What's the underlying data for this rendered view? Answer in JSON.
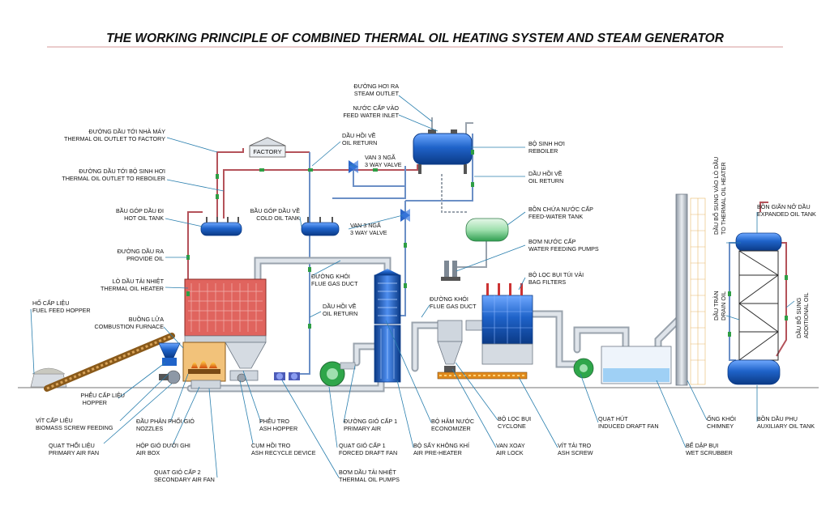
{
  "title": "THE WORKING PRINCIPLE OF COMBINED THERMAL OIL HEATING SYSTEM AND STEAM GENERATOR",
  "factory_label": "FACTORY",
  "labels": {
    "steam_outlet": {
      "vi": "ĐƯỜNG HƠI RA",
      "en": "STEAM OUTLET"
    },
    "feed_water_inlet": {
      "vi": "NƯỚC CẤP VÀO",
      "en": "FEED WATER INLET"
    },
    "reboiler": {
      "vi": "BỘ SINH HƠI",
      "en": "REBOILER"
    },
    "oil_return_right": {
      "vi": "DẦU HỒI VỀ",
      "en": "OIL RETURN"
    },
    "feed_water_tank": {
      "vi": "BỒN CHỨA NƯỚC CẤP",
      "en": "FEED-WATER TANK"
    },
    "water_feeding_pumps": {
      "vi": "BƠM NƯỚC CẤP",
      "en": "WATER FEEDING PUMPS"
    },
    "bag_filters": {
      "vi": "BỘ LỌC BỤI TÚI VẢI",
      "en": "BAG FILTERS"
    },
    "flue_gas_duct_right": {
      "vi": "ĐƯỜNG KHÓI",
      "en": "FLUE GAS DUCT"
    },
    "thermal_oil_outlet_factory": {
      "vi": "ĐƯỜNG DẦU TỚI NHÀ MÁY",
      "en": "THERMAL OIL OUTLET TO FACTORY"
    },
    "oil_return_top": {
      "vi": "DẦU HỒI VỀ",
      "en": "OIL RETURN"
    },
    "three_way_valve_1": {
      "vi": "VAN 3 NGÃ",
      "en": "3 WAY VALVE"
    },
    "thermal_oil_outlet_reboiler": {
      "vi": "ĐƯỜNG DẦU TỚI BỘ SINH HƠI",
      "en": "THERMAL OIL OUTLET TO REBOILER"
    },
    "hot_oil_tank": {
      "vi": "BẦU GÓP DẦU ĐI",
      "en": "HOT OIL TANK"
    },
    "cold_oil_tank": {
      "vi": "BẦU GÓP DẦU VỀ",
      "en": "COLD OIL TANK"
    },
    "three_way_valve_2": {
      "vi": "VAN 3 NGÃ",
      "en": "3 WAY VALVE"
    },
    "provide_oil": {
      "vi": "ĐƯỜNG DẦU RA",
      "en": "PROVIDE OIL"
    },
    "flue_gas_duct_mid": {
      "vi": "ĐƯỜNG KHÓI",
      "en": "FLUE GAS DUCT"
    },
    "thermal_oil_heater": {
      "vi": "LÒ DẦU TẢI NHIỆT",
      "en": "THERMAL OIL HEATER"
    },
    "oil_return_mid": {
      "vi": "DẦU HỒI VỀ",
      "en": "OIL RETURN"
    },
    "fuel_feed_hopper": {
      "vi": "HỐ CẤP LIỆU",
      "en": "FUEL FEED HOPPER"
    },
    "combustion_furnace": {
      "vi": "BUỒNG LỬA",
      "en": "COMBUSTION FURNACE"
    },
    "hopper": {
      "vi": "PHỄU CẤP LIỆU",
      "en": "HOPPER"
    },
    "biomass_screw_feeding": {
      "vi": "VÍT CẤP LIỆU",
      "en": "BIOMASS SCREW FEEDING"
    },
    "nozzles": {
      "vi": "ĐẦU PHÂN PHỐI GIÓ",
      "en": "NOZZLES"
    },
    "primary_air_fan": {
      "vi": "QUẠT THỔI LIỆU",
      "en": "PRIMARY AIR FAN"
    },
    "air_box": {
      "vi": "HỘP GIÓ DƯỚI GHI",
      "en": "AIR BOX"
    },
    "secondary_air_fan": {
      "vi": "QUẠT GIÓ CẤP 2",
      "en": "SECONDARY AIR FAN"
    },
    "ash_hopper": {
      "vi": "PHỄU TRO",
      "en": "ASH HOPPER"
    },
    "ash_recycle_device": {
      "vi": "CỤM HỒI TRO",
      "en": "ASH RECYCLE DEVICE"
    },
    "primary_air": {
      "vi": "ĐƯỜNG GIÓ CẤP 1",
      "en": "PRIMARY AIR"
    },
    "forced_draft_fan": {
      "vi": "QUẠT GIÓ CẤP 1",
      "en": "FORCED DRAFT FAN"
    },
    "thermal_oil_pumps": {
      "vi": "BƠM DẦU TẢI NHIỆT",
      "en": "THERMAL OIL PUMPS"
    },
    "economizer": {
      "vi": "BỘ HÂM NƯỚC",
      "en": "ECONOMIZER"
    },
    "air_pre_heater": {
      "vi": "BỘ SẤY KHÔNG KHÍ",
      "en": "AIR PRE-HEATER"
    },
    "cyclone": {
      "vi": "BỘ LỌC BỤI",
      "en": "CYCLONE"
    },
    "air_lock": {
      "vi": "VAN XOAY",
      "en": "AIR LOCK"
    },
    "ash_screw": {
      "vi": "VÍT TẢI TRO",
      "en": "ASH SCREW"
    },
    "induced_draft_fan": {
      "vi": "QUẠT HÚT",
      "en": "INDUCED DRAFT FAN"
    },
    "wet_scrubber": {
      "vi": "BỂ DẬP BỤI",
      "en": "WET SCRUBBER"
    },
    "chimney": {
      "vi": "ỐNG KHÓI",
      "en": "CHIMNEY"
    },
    "auxiliary_oil_tank": {
      "vi": "BỒN DẦU PHỤ",
      "en": "AUXILIARY OIL TANK"
    },
    "expanded_oil_tank": {
      "vi": "BỒN GIÃN NỞ DẦU",
      "en": "EXPANDED OIL TANK"
    },
    "oil_supply_heater": {
      "vi": "DẦU BỔ SUNG VÀO LÒ DẦU",
      "en": "TO THERMAL OIL HEATER"
    },
    "drain_oil": {
      "vi": "DẦU TRÀN",
      "en": "DRAIN OIL"
    },
    "additional_oil": {
      "vi": "DẦU BỔ SUNG",
      "en": "ADDITIONAL OIL"
    }
  },
  "colors": {
    "hot_oil_pipe": "#b4525a",
    "return_oil_pipe": "#6b8fc6",
    "flow_arrow": "#2e9e44",
    "leader_line": "#2a7fae",
    "vessel_blue": "#1f63c9",
    "heater_red": "#e0645e",
    "fire_orange": "#f08a1c",
    "tank_green": "#4fbf6b"
  }
}
